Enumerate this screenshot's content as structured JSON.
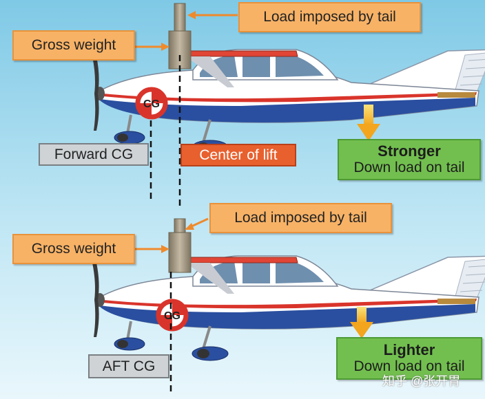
{
  "top_panel": {
    "load_label": "Load imposed by tail",
    "gross_label": "Gross weight",
    "cg_label": "Forward CG",
    "lift_label": "Center of lift",
    "cg_marker": "CG",
    "tail_title": "Stronger",
    "tail_subtitle": "Down load on tail"
  },
  "bottom_panel": {
    "load_label": "Load imposed by tail",
    "gross_label": "Gross weight",
    "cg_label": "AFT CG",
    "cg_marker": "CG",
    "tail_title": "Lighter",
    "tail_subtitle": "Down load on tail"
  },
  "watermark": "知乎 @张开胃",
  "colors": {
    "sky_top": "#7fc9e6",
    "fuselage": "#2a4fa0",
    "stripe": "#d9342b",
    "label_orange": "#f7b266",
    "label_green": "#72bf4f",
    "arrow_yellow": "#f6c531",
    "weight_column": "#a89c86"
  }
}
